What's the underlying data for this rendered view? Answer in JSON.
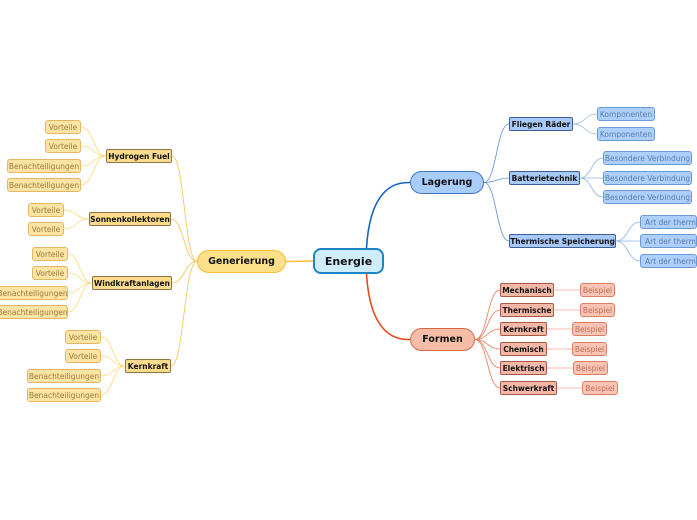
{
  "mindmap": {
    "root": "Energie",
    "generierung": {
      "title": "Generierung",
      "hydrogen": {
        "label": "Hydrogen Fuel",
        "items": [
          "Vorteile",
          "Vorteile",
          "Benachteiligungen",
          "Benachteiligungen"
        ]
      },
      "sonnen": {
        "label": "Sonnenkollektoren",
        "items": [
          "Vorteile",
          "Vorteile"
        ]
      },
      "wind": {
        "label": "Windkraftanlagen",
        "items": [
          "Vorteile",
          "Vorteile",
          "Benachteiligungen",
          "Benachteiligungen"
        ]
      },
      "kern": {
        "label": "Kernkraft",
        "items": [
          "Vorteile",
          "Vorteile",
          "Benachteiligungen",
          "Benachteiligungen"
        ]
      }
    },
    "lagerung": {
      "title": "Lagerung",
      "fliegen": {
        "label": "Fliegen Räder",
        "items": [
          "Komponenten",
          "Komponenten"
        ]
      },
      "batterie": {
        "label": "Batterietechnik",
        "items": [
          "Besondere Verbindung",
          "Besondere Verbindung",
          "Besondere Verbindung"
        ]
      },
      "thermisch": {
        "label": "Thermische Speicherung",
        "items": [
          "Art der thermischen",
          "Art der thermischen",
          "Art der thermischen"
        ]
      }
    },
    "formen": {
      "title": "Formen",
      "items": [
        {
          "label": "Mechanisch",
          "example": "Beispiel"
        },
        {
          "label": "Thermische",
          "example": "Beispiel"
        },
        {
          "label": "Kernkraft",
          "example": "Beispiel"
        },
        {
          "label": "Chemisch",
          "example": "Beispiel"
        },
        {
          "label": "Elektrisch",
          "example": "Beispiel"
        },
        {
          "label": "Schwerkraft",
          "example": "Beispiel"
        }
      ]
    }
  },
  "colors": {
    "generierung": "#fbc02d",
    "lagerung": "#1565c0",
    "formen": "#e64a19",
    "root_border": "#1d86c7"
  }
}
